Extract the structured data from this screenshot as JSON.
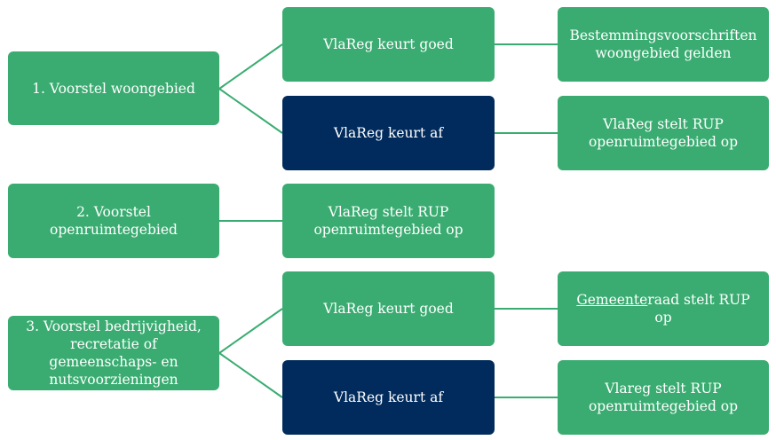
{
  "colors": {
    "green": "#3aac71",
    "navy": "#002b5c",
    "connector": "#3aac71"
  },
  "rows": {
    "woongebied": {
      "proposal": [
        "1. Voorstel woongebied"
      ],
      "approve": {
        "label": "VlaReg keurt goed",
        "result": [
          "Bestemmingsvoorschriften",
          "woongebied gelden"
        ]
      },
      "reject": {
        "label": "VlaReg keurt af",
        "result": [
          "VlaReg stelt RUP",
          "openruimtegebied op"
        ]
      }
    },
    "openruimte": {
      "proposal": [
        "2. Voorstel",
        "openruimtegebied"
      ],
      "result": [
        "VlaReg stelt RUP",
        "openruimtegebied op"
      ]
    },
    "bedrijvigheid": {
      "proposal": [
        "3. Voorstel bedrijvigheid,",
        "recretatie of",
        "gemeenschaps- en",
        "nutsvoorzieningen"
      ],
      "approve": {
        "label": "VlaReg keurt goed",
        "result": {
          "underlined": "Gemeente",
          "rest": "raad stelt RUP",
          "line2": "op"
        }
      },
      "reject": {
        "label": "VlaReg keurt af",
        "result": [
          "Vlareg stelt RUP",
          "openruimtegebied op"
        ]
      }
    }
  }
}
